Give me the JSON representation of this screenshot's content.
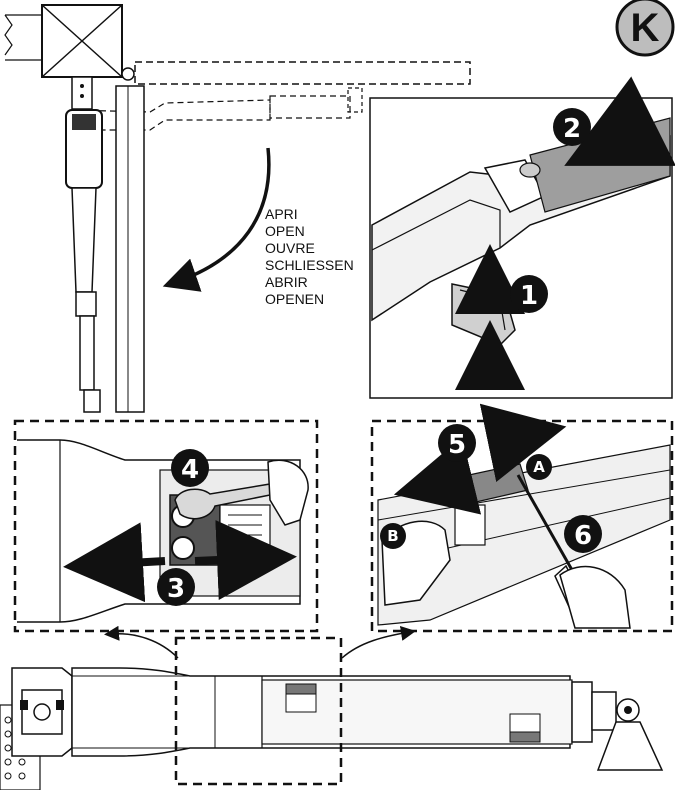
{
  "badge": {
    "letter": "K"
  },
  "open_labels": [
    "APRI",
    "OPEN",
    "OUVRE",
    "SCHLIESSEN",
    "ABRIR",
    "OPENEN"
  ],
  "steps": {
    "s1": "1",
    "s2": "2",
    "s3": "3",
    "s4": "4",
    "s5": "5",
    "s6": "6"
  },
  "callouts": {
    "a": "A",
    "b": "B"
  },
  "colors": {
    "ink": "#111111",
    "badge_fill": "#bdbdbd",
    "metal": "#d9d9d9",
    "dark_metal": "#555555"
  }
}
